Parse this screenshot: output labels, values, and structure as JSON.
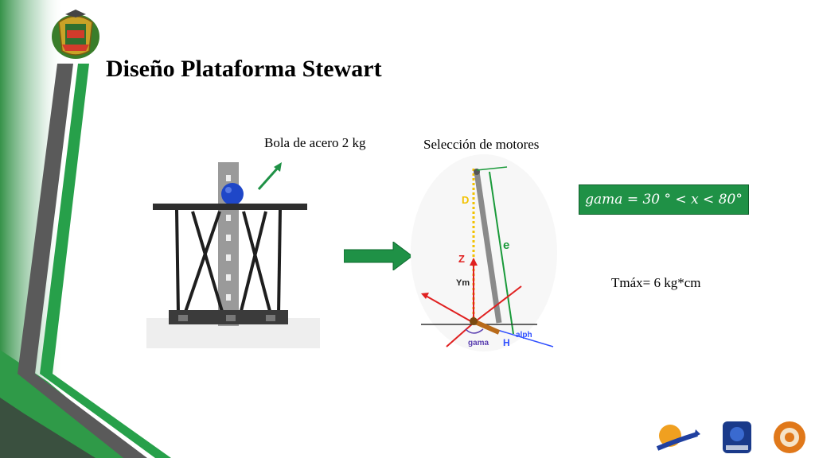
{
  "slide": {
    "title": "Diseño Plataforma Stewart",
    "labels": {
      "ball": "Bola de acero 2 kg",
      "motors": "Selección de motores"
    },
    "formula": "𝑔𝑎𝑚𝑎 = 30 ° < 𝑥 < 80°",
    "torque": "Tmáx= 6 kg*cm",
    "diagram_labels": {
      "d": "D",
      "e": "e",
      "z": "Z",
      "ym": "Ym",
      "gama": "gama",
      "h": "H",
      "alpha": "alph"
    }
  },
  "colors": {
    "accent_green": "#1f9146",
    "dark_gray": "#4d4d4d",
    "diagram_red": "#e02020",
    "diagram_yellow": "#f2c200",
    "diagram_green": "#1a9a3a"
  },
  "icons": [
    "university-crest-icon",
    "arrow-right-icon",
    "logo-robot-icon",
    "logo-mecatronica-icon",
    "logo-gear-icon"
  ]
}
